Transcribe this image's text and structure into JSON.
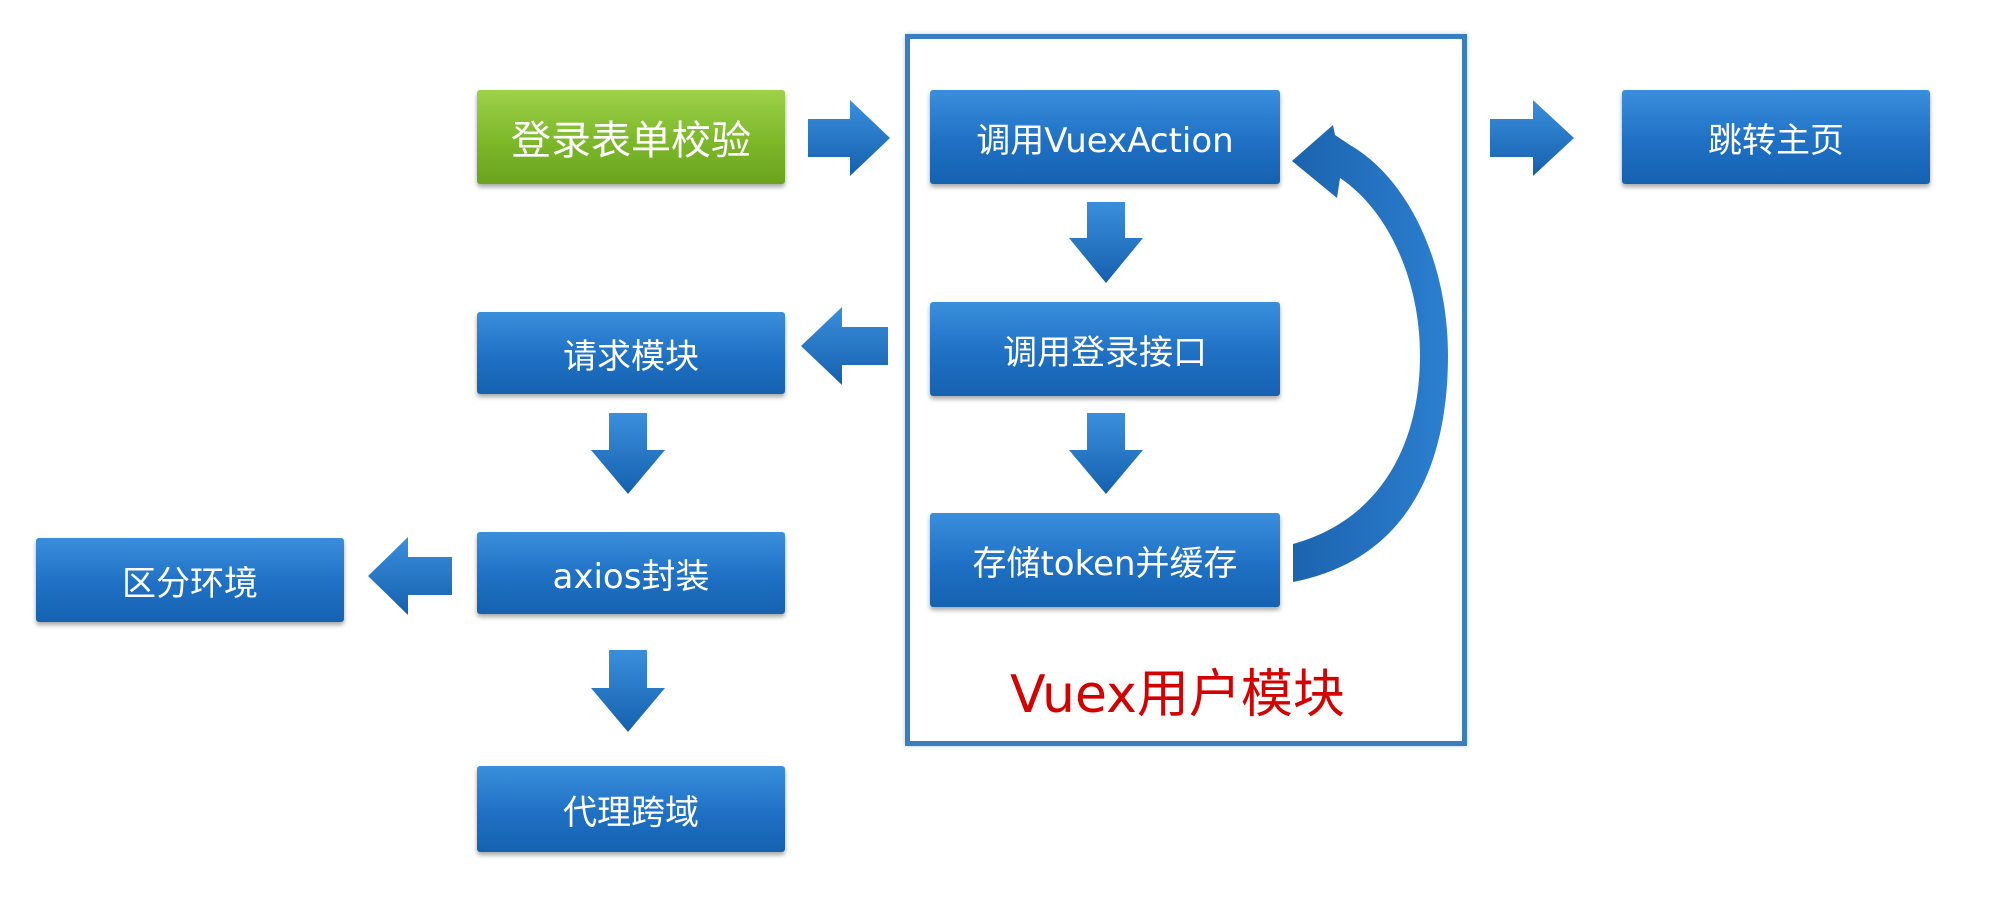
{
  "nodes": {
    "login_validation": "登录表单校验",
    "call_vuex_action": "调用VuexAction",
    "call_login_api": "调用登录接口",
    "store_token": "存储token并缓存",
    "goto_home": "跳转主页",
    "request_module": "请求模块",
    "axios_wrapper": "axios封装",
    "env_split": "区分环境",
    "proxy_cors": "代理跨域"
  },
  "group": {
    "label": "Vuex用户模块"
  },
  "colors": {
    "node_blue": "#1f70c4",
    "node_green": "#7cb82a",
    "frame": "#3a7ec2",
    "group_label": "#d40000"
  }
}
